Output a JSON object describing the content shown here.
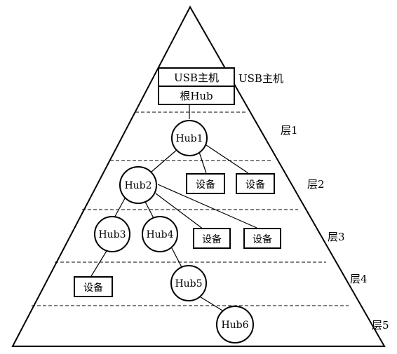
{
  "host": {
    "top_label": "USB主机",
    "bottom_label": "根Hub",
    "side_label": "USB主机"
  },
  "layers": [
    "层1",
    "层2",
    "层3",
    "层4",
    "层5"
  ],
  "hubs": {
    "hub1": "Hub1",
    "hub2": "Hub2",
    "hub3": "Hub3",
    "hub4": "Hub4",
    "hub5": "Hub5",
    "hub6": "Hub6"
  },
  "device_label": "设备",
  "colors": {
    "stroke": "#000000",
    "background": "#ffffff"
  }
}
